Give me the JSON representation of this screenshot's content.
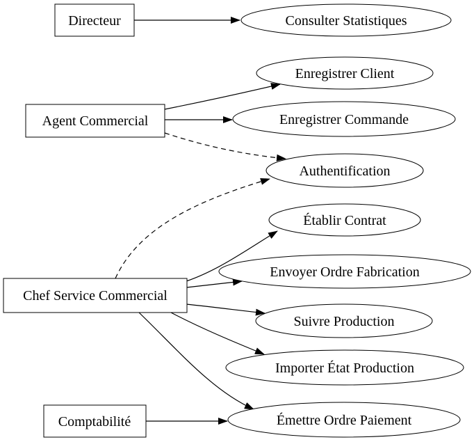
{
  "diagram": {
    "kind": "use-case-diagram",
    "colors": {
      "background": "#ffffff",
      "node_fill": "#ffffff",
      "stroke": "#000000",
      "text": "#000000"
    },
    "actors": [
      {
        "label": "Directeur"
      },
      {
        "label": "Agent Commercial"
      },
      {
        "label": "Chef Service Commercial"
      },
      {
        "label": "Comptabilité"
      }
    ],
    "use_cases": [
      {
        "label": "Consulter Statistiques"
      },
      {
        "label": "Enregistrer Client"
      },
      {
        "label": "Enregistrer Commande"
      },
      {
        "label": "Authentification"
      },
      {
        "label": "Établir Contrat"
      },
      {
        "label": "Envoyer Ordre Fabrication"
      },
      {
        "label": "Suivre Production"
      },
      {
        "label": "Importer État Production"
      },
      {
        "label": "Émettre Ordre Paiement"
      }
    ],
    "edges": [
      {
        "from": "Directeur",
        "to": "Consulter Statistiques",
        "style": "solid"
      },
      {
        "from": "Agent Commercial",
        "to": "Enregistrer Client",
        "style": "solid"
      },
      {
        "from": "Agent Commercial",
        "to": "Enregistrer Commande",
        "style": "solid"
      },
      {
        "from": "Agent Commercial",
        "to": "Authentification",
        "style": "dashed"
      },
      {
        "from": "Chef Service Commercial",
        "to": "Authentification",
        "style": "dashed"
      },
      {
        "from": "Chef Service Commercial",
        "to": "Établir Contrat",
        "style": "solid"
      },
      {
        "from": "Chef Service Commercial",
        "to": "Envoyer Ordre Fabrication",
        "style": "solid"
      },
      {
        "from": "Chef Service Commercial",
        "to": "Suivre Production",
        "style": "solid"
      },
      {
        "from": "Chef Service Commercial",
        "to": "Importer État Production",
        "style": "solid"
      },
      {
        "from": "Chef Service Commercial",
        "to": "Émettre Ordre Paiement",
        "style": "solid"
      },
      {
        "from": "Comptabilité",
        "to": "Émettre Ordre Paiement",
        "style": "solid"
      }
    ]
  }
}
